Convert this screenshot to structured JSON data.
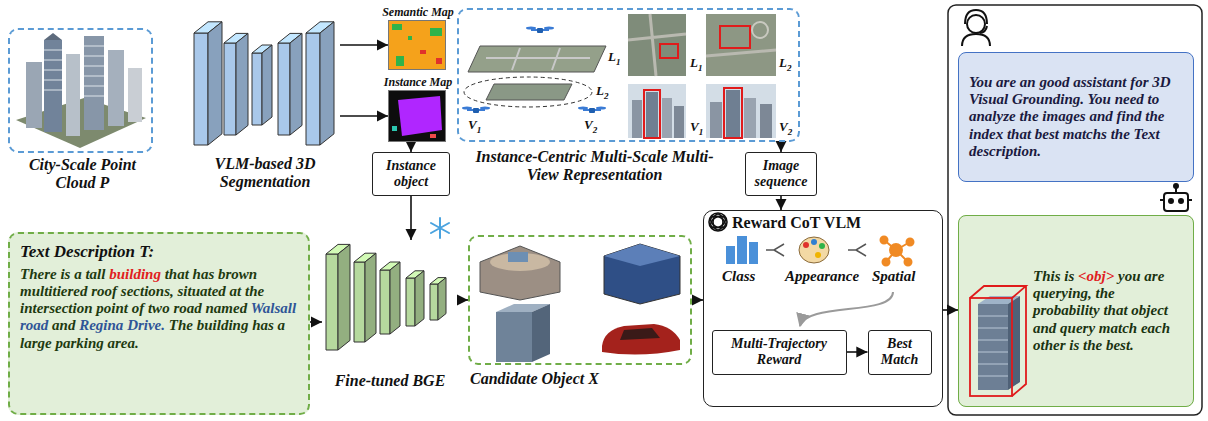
{
  "diagram": {
    "nodes": [
      {
        "text": [
          "City-Scale Point Cloud P"
        ]
      },
      {
        "text": [
          "VLM-based 3D Segmentation"
        ]
      },
      {
        "text": [
          "Semantic Map"
        ]
      },
      {
        "text": [
          "Instance Map"
        ]
      },
      {
        "text": [
          "Instance-Centric Multi-Scale Multi-View Representation"
        ]
      },
      {
        "text": [
          "Instance object"
        ]
      },
      {
        "text": [
          "Image sequence"
        ]
      },
      {
        "text": [
          "You are an good assistant for 3D Visual Grounding. You need to analyze the images and find the index that best matchs the Text description."
        ]
      },
      {
        "text": [
          "This is <obj> you are querying, the probability that object and query match each other is the best."
        ]
      },
      {
        "text": [
          "Text Description T:",
          "There is a tall building that has brown multitiered roof sections, situated at the intersection point of two road named Walsall road and Regina Drive. The building has a large parking area."
        ]
      },
      {
        "text": [
          "Fine-tuned BGE"
        ]
      },
      {
        "text": [
          "Candidate Object X"
        ]
      },
      {
        "text": [
          "Reward CoT VLM"
        ]
      },
      {
        "text": [
          "Multi-Trajectory Reward"
        ],
        "in": 12
      },
      {
        "text": [
          "Best Match"
        ],
        "in": 12
      }
    ],
    "edges": [
      {
        "from": 1,
        "to": 2,
        "arrow": "to"
      },
      {
        "from": 1,
        "to": 3,
        "arrow": "to"
      },
      {
        "from": 3,
        "to": 5,
        "arrow": "to"
      },
      {
        "from": 5,
        "to": 10,
        "arrow": "to"
      },
      {
        "from": 4,
        "to": 6,
        "arrow": "to"
      },
      {
        "from": 6,
        "to": 12,
        "arrow": "to"
      },
      {
        "from": 9,
        "to": 10,
        "arrow": "to"
      },
      {
        "from": 10,
        "to": 11,
        "arrow": "to"
      },
      {
        "from": 11,
        "to": 12,
        "arrow": "to"
      },
      {
        "from": 12,
        "to": 8,
        "arrow": "to"
      },
      {
        "from": 13,
        "to": 14,
        "arrow": "to"
      }
    ],
    "labels": [
      "L1",
      "L2",
      "V1",
      "V2",
      "L1",
      "L2",
      "V1",
      "V2",
      "Class",
      "Appearance",
      "Spatial"
    ]
  }
}
